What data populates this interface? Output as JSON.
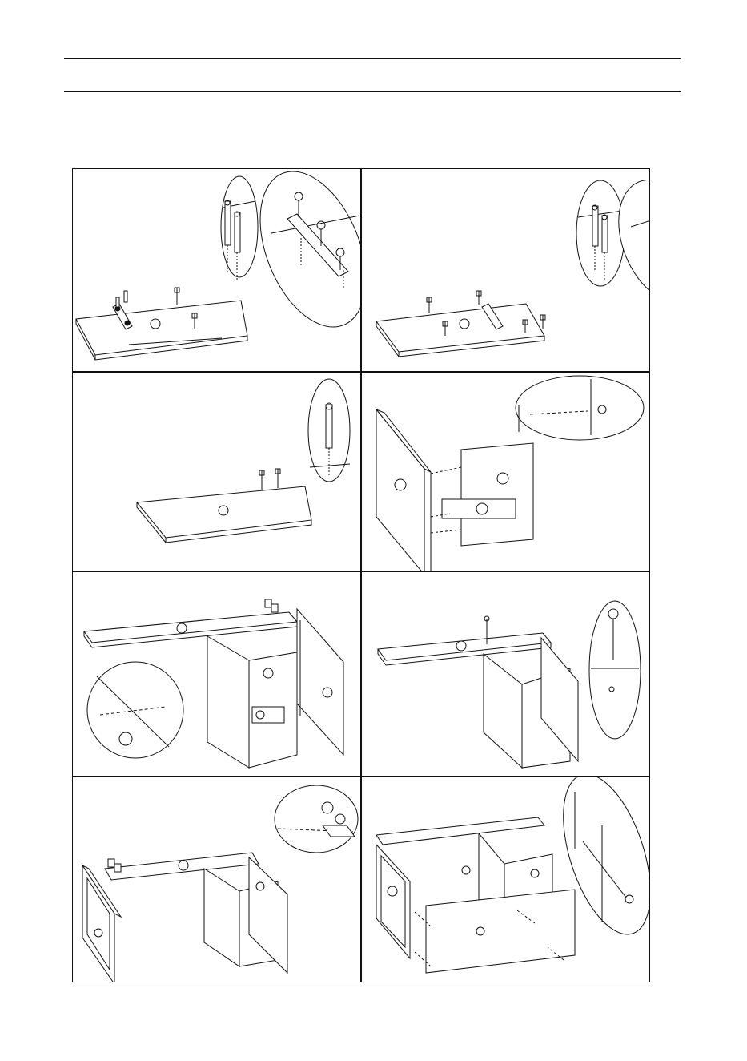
{
  "page": {
    "type": "assembly-instructions",
    "colors": {
      "line": "#111111",
      "background": "#ffffff"
    },
    "panels": [
      {
        "id": "step-1",
        "drawing": "board-with-cam-bolts-and-bracket",
        "callouts": [
          "cam-bolt-detail",
          "bracket-screw-detail"
        ]
      },
      {
        "id": "step-2",
        "drawing": "board-with-cam-bolts-and-bracket",
        "callouts": [
          "cam-bolt-detail",
          "bracket-screw-detail"
        ]
      },
      {
        "id": "step-3",
        "drawing": "board-with-two-cam-bolts",
        "callouts": [
          "cam-bolt-detail"
        ]
      },
      {
        "id": "step-4",
        "drawing": "side-panel-attach-inner-panel",
        "callouts": [
          "cam-lock-detail"
        ]
      },
      {
        "id": "step-5",
        "drawing": "top-board-onto-cabinet-frame",
        "callouts": [
          "cam-lock-detail"
        ]
      },
      {
        "id": "step-6",
        "drawing": "screw-top-board-to-frame",
        "callouts": [
          "screw-detail"
        ]
      },
      {
        "id": "step-7",
        "drawing": "attach-side-panel-to-top-board",
        "callouts": [
          "cam-lock-detail"
        ]
      },
      {
        "id": "step-8",
        "drawing": "attach-back-panel-with-screws",
        "callouts": [
          "screw-detail"
        ]
      }
    ]
  }
}
